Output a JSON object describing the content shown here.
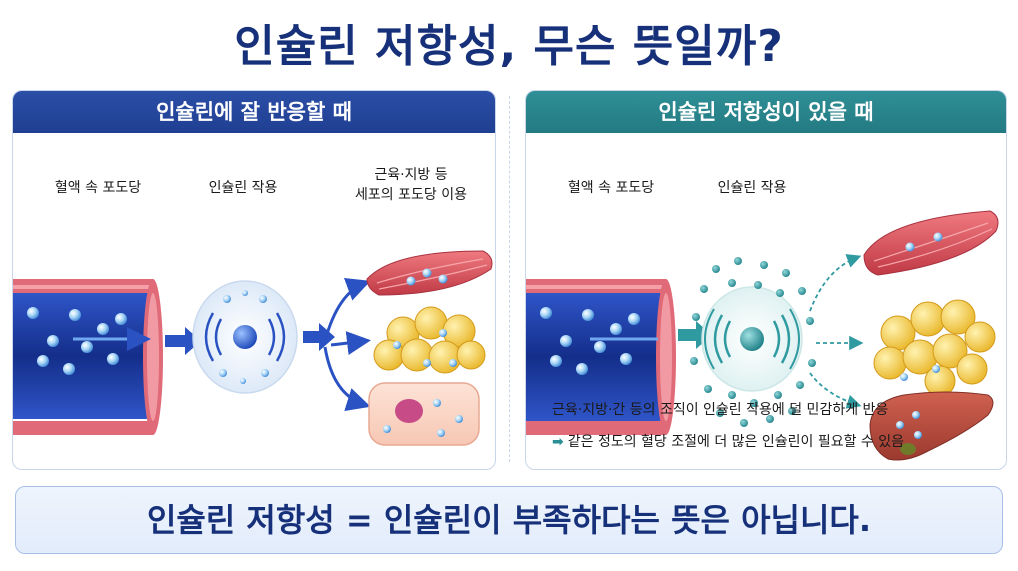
{
  "title": "인슐린 저항성, 무슨 뜻일까?",
  "left_panel": {
    "header": "인슐린에 잘 반응할 때",
    "label_blood": "혈액 속 포도당",
    "label_insulin": "인슐린 작용",
    "label_cells_line1": "근육·지방 등",
    "label_cells_line2": "세포의 포도당 이용"
  },
  "right_panel": {
    "header": "인슐린 저항성이 있을 때",
    "label_blood": "혈액 속 포도당",
    "label_insulin": "인슐린 작용",
    "note_line1": "근육·지방·간 등의 조직이 인슐린 작용에 덜 민감하게 반응",
    "note_arrow": "➡",
    "note_line2": "같은 정도의 혈당 조절에 더 많은 인슐린이 필요할 수 있음"
  },
  "footer": "인슐린 저항성 = 인슐린이 부족하다는 뜻은 아닙니다.",
  "colors": {
    "title": "#16307a",
    "left_header": "#1f3f92",
    "right_header": "#237a82",
    "vessel_wall": "#e06a78",
    "vessel_inner": "#1d3aa0",
    "glucose": "#8cc4f0",
    "muscle": "#d9545c",
    "fat": "#f2cf47",
    "liver": "#b34a3e",
    "teal": "#2f9aa0"
  }
}
